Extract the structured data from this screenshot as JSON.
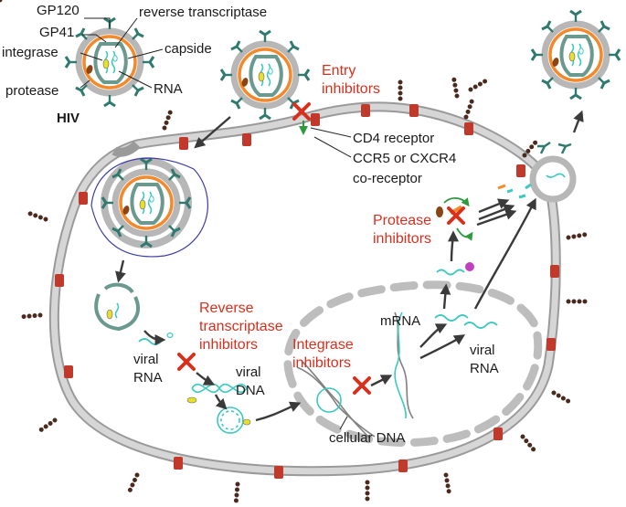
{
  "hiv_labels": {
    "gp120": "GP120",
    "gp41": "GP41",
    "reverse_transcriptase": "reverse transcriptase",
    "integrase": "integrase",
    "capside": "capside",
    "protease": "protease",
    "rna": "RNA",
    "hiv": "HIV"
  },
  "receptors": {
    "cd4": "CD4 receptor",
    "coreceptor_line1": "CCR5 or CXCR4",
    "coreceptor_line2": "co-receptor"
  },
  "inhibitors": {
    "entry_line1": "Entry",
    "entry_line2": "inhibitors",
    "reverse_line1": "Reverse",
    "reverse_line2": "transcriptase",
    "reverse_line3": "inhibitors",
    "integrase_line1": "Integrase",
    "integrase_line2": "inhibitors",
    "protease_line1": "Protease",
    "protease_line2": "inhibitors"
  },
  "steps": {
    "viral_rna_line1": "viral",
    "viral_rna_line2": "RNA",
    "viral_dna_line1": "viral",
    "viral_dna_line2": "DNA",
    "cellular_dna": "cellular DNA",
    "mrna": "mRNA",
    "viral_rna2_line1": "viral",
    "viral_rna2_line2": "RNA"
  },
  "colors": {
    "membrane": "#bdbdbd",
    "capsid_orange": "#f2892a",
    "spike_teal": "#2f7a6e",
    "inhibitor_red": "#d9301e",
    "rna_cyan": "#3cc9c0",
    "receptor_dark": "#4a2a1e",
    "co_receptor_red": "#c0392b"
  }
}
